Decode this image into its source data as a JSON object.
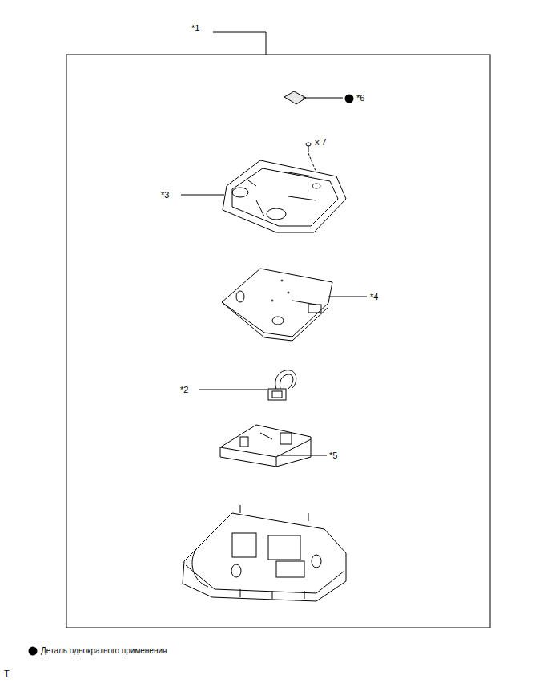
{
  "diagram": {
    "labels": [
      "*1",
      "*6",
      "x 7",
      "*3",
      "*4",
      "*2",
      "*5",
      "T"
    ],
    "legend": [
      {
        "text": "Деталь однократного применения"
      }
    ]
  }
}
